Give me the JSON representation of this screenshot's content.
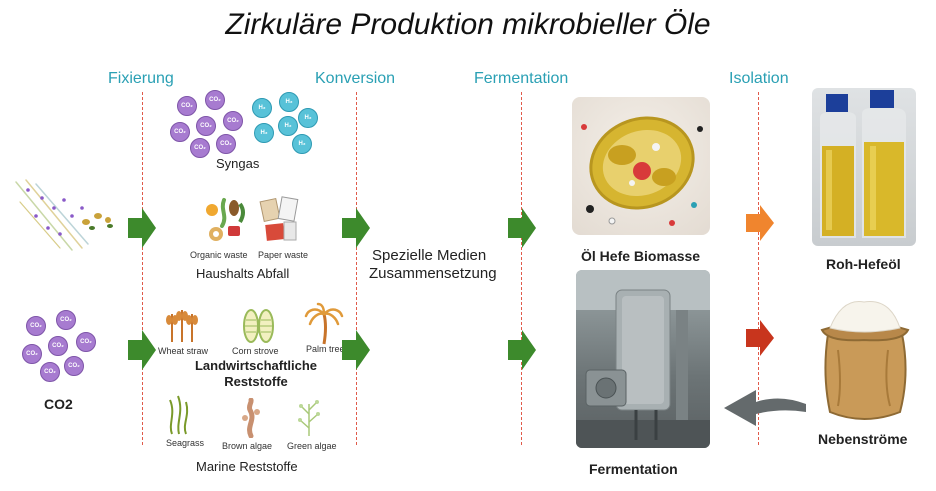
{
  "title": "Zirkuläre Produktion mikrobieller Öle",
  "stages": [
    "Fixierung",
    "Konversion",
    "Fermentation",
    "Isolation"
  ],
  "molecule_labels": {
    "co2": "CO₂",
    "h2": "H₂"
  },
  "syngas": "Syngas",
  "organic_waste": "Organic waste",
  "paper_waste": "Paper waste",
  "haushalts": "Haushalts Abfall",
  "wheat": "Wheat straw",
  "corn": "Corn strove",
  "palm": "Palm tree",
  "landwirt_line1": "Landwirtschaftliche",
  "landwirt_line2": "Reststoffe",
  "seagrass": "Seagrass",
  "brown_algae": "Brown algae",
  "green_algae": "Green algae",
  "marine": "Marine Reststoffe",
  "co2_label": "CO2",
  "medien_line1": "Spezielle Medien",
  "medien_line2": "Zusammensetzung",
  "hefe_biomasse": "Öl Hefe Biomasse",
  "fermentation_label": "Fermentation",
  "roh_hefeoel": "Roh-Hefeöl",
  "nebenstroeme": "Nebenströme",
  "colors": {
    "stage": "#2aa0b4",
    "dash": "#e05a4a",
    "green_arrow": "#3d8a2c",
    "orange_arrow": "#f0852e",
    "red_arrow": "#c8351d",
    "grey_arrow": "#646a6c"
  }
}
